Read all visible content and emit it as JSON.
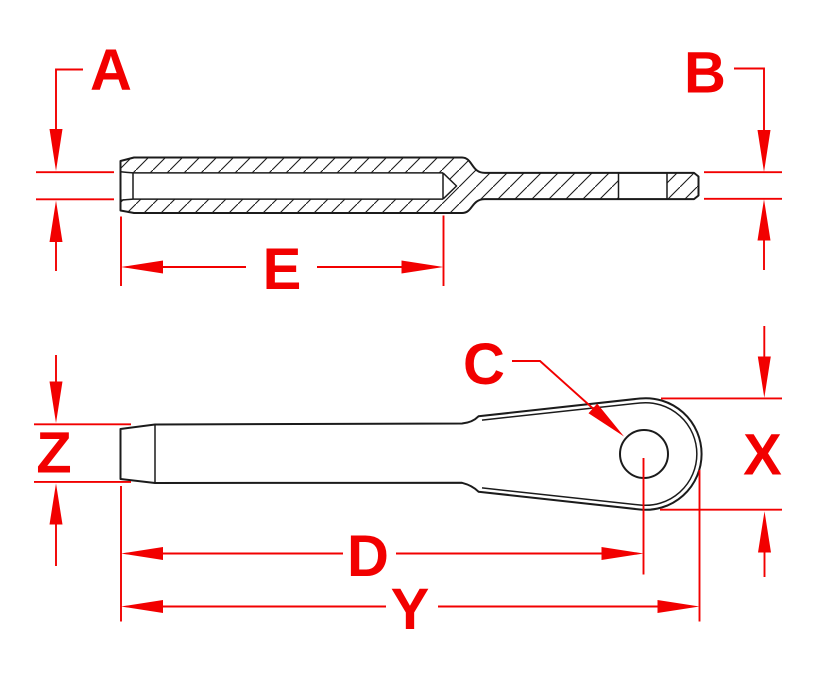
{
  "drawing": {
    "type": "engineering-dimension-drawing",
    "views": {
      "top": "longitudinal-section-of-swage-shank",
      "bottom": "plan-view-of-eye-terminal"
    },
    "dimension_labels": {
      "A": "A",
      "B": "B",
      "C": "C",
      "D": "D",
      "E": "E",
      "X": "X",
      "Y": "Y",
      "Z": "Z"
    },
    "colors": {
      "dimension_red": "#f20000",
      "outline_black": "#1b1b1b",
      "background": "#ffffff"
    }
  }
}
